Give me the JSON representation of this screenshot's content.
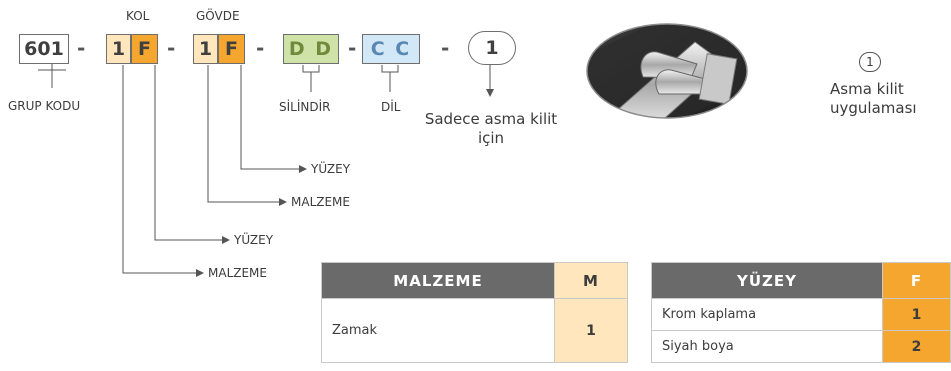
{
  "code": {
    "group": "601",
    "kol_1": "1",
    "kol_2": "F",
    "govde_1": "1",
    "govde_2": "F",
    "silindir": "D D",
    "dil": "C C",
    "option": "1",
    "dash": "-"
  },
  "labels": {
    "kol": "KOL",
    "govde": "GÖVDE",
    "grup_kodu": "GRUP KODU",
    "silindir": "SİLİNDİR",
    "dil": "DİL",
    "yuzey": "YÜZEY",
    "malzeme": "MALZEME"
  },
  "notes": {
    "padlock_line1": "Sadece asma kilit",
    "padlock_line2": "için",
    "option_number": "1",
    "side_line1": "Asma kilit",
    "side_line2": "uygulaması"
  },
  "malzeme_table": {
    "header_name": "MALZEME",
    "header_code": "M",
    "rows": [
      {
        "name": "Zamak",
        "code": "1"
      }
    ]
  },
  "yuzey_table": {
    "header_name": "YÜZEY",
    "header_code": "F",
    "rows": [
      {
        "name": "Krom kaplama",
        "code": "1"
      },
      {
        "name": "Siyah boya",
        "code": "2"
      }
    ]
  },
  "colors": {
    "light_orange": "#ffe6bd",
    "orange": "#f4a62f",
    "green": "#cfe3a8",
    "blue": "#d3e8f7",
    "header_gray": "#6a6a6a"
  }
}
